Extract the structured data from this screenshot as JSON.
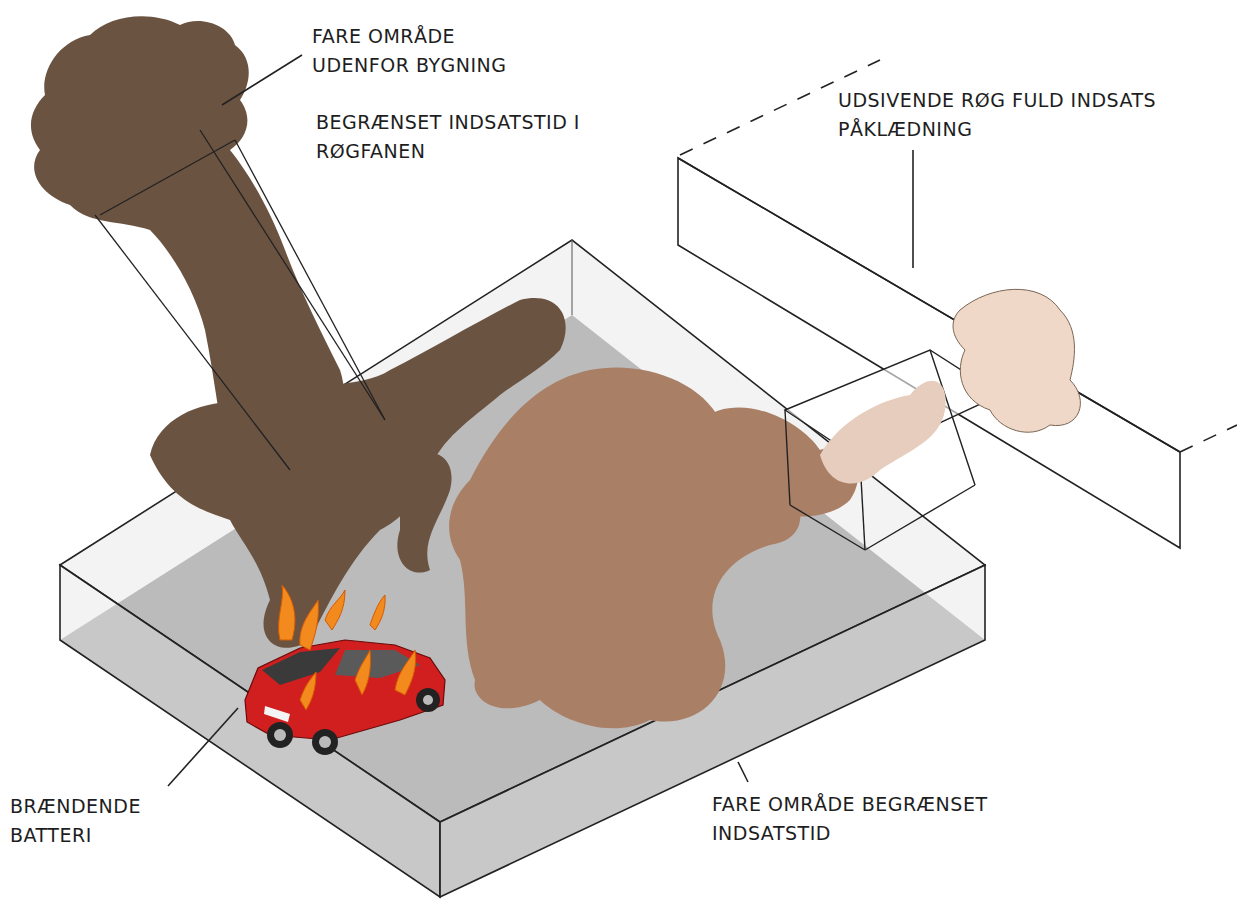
{
  "diagram": {
    "labels": [
      "FARE OMRÅDE UDENFOR BYGNING",
      "BEGRÆNSET INDSATSTID I RØGFANEN",
      "UDSIVENDE RØG FULD INDSATS PÅKLÆDNING",
      "BRÆNDENDE BATTERI",
      "FARE OMRÅDE BEGRÆNSET INDSATSTID"
    ]
  }
}
